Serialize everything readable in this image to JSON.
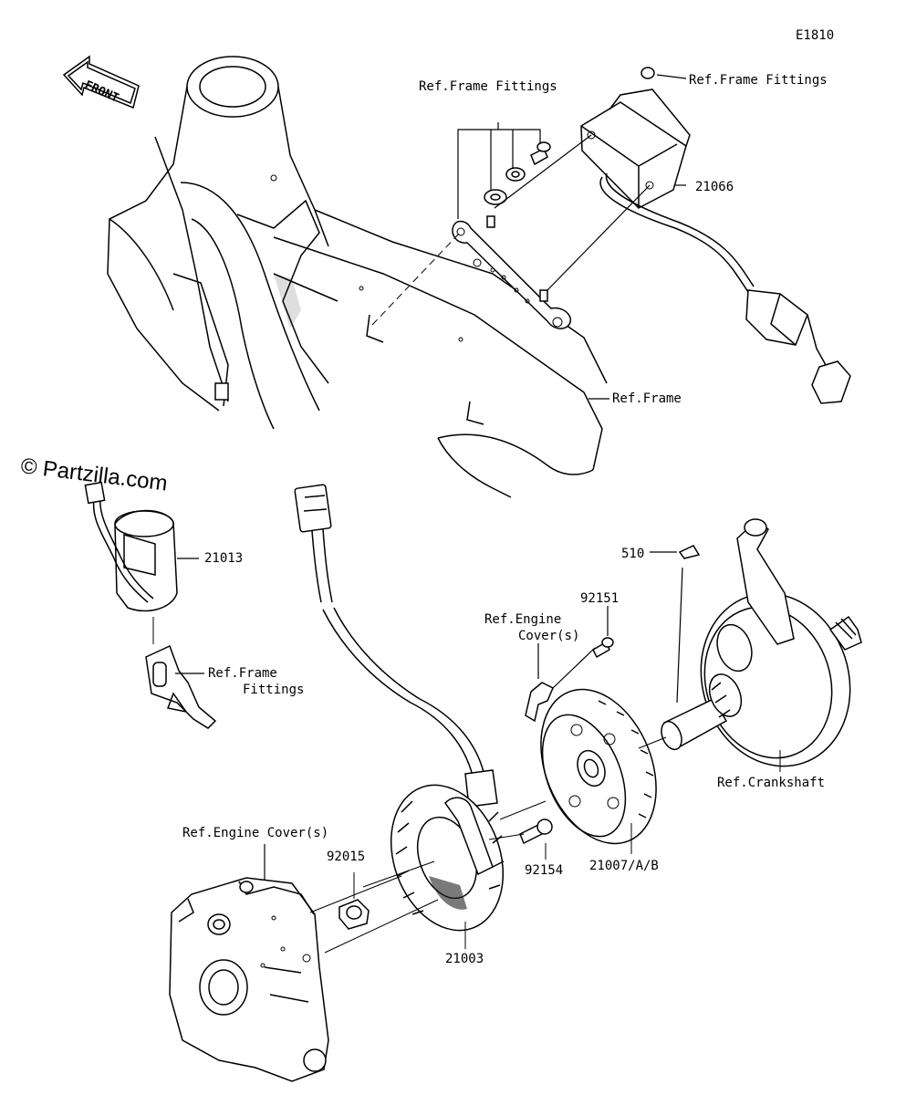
{
  "diagram_code": "E1810",
  "watermark": "© Partzilla.com",
  "front_arrow_label": "FRONT",
  "labels": {
    "ref_frame_fittings_top": "Ref.Frame Fittings",
    "ref_frame_fittings_nut": "Ref.Frame Fittings",
    "part_21066": "21066",
    "ref_frame": "Ref.Frame",
    "part_21013": "21013",
    "ref_frame_fittings_left_1": "Ref.Frame",
    "ref_frame_fittings_left_2": "Fittings",
    "part_510": "510",
    "part_92151": "92151",
    "ref_engine_cover_right_1": "Ref.Engine",
    "ref_engine_cover_right_2": "Cover(s)",
    "ref_crankshaft": "Ref.Crankshaft",
    "ref_engine_cover_left": "Ref.Engine Cover(s)",
    "part_92015": "92015",
    "part_92154": "92154",
    "part_21007": "21007/A/B",
    "part_21003": "21003"
  }
}
